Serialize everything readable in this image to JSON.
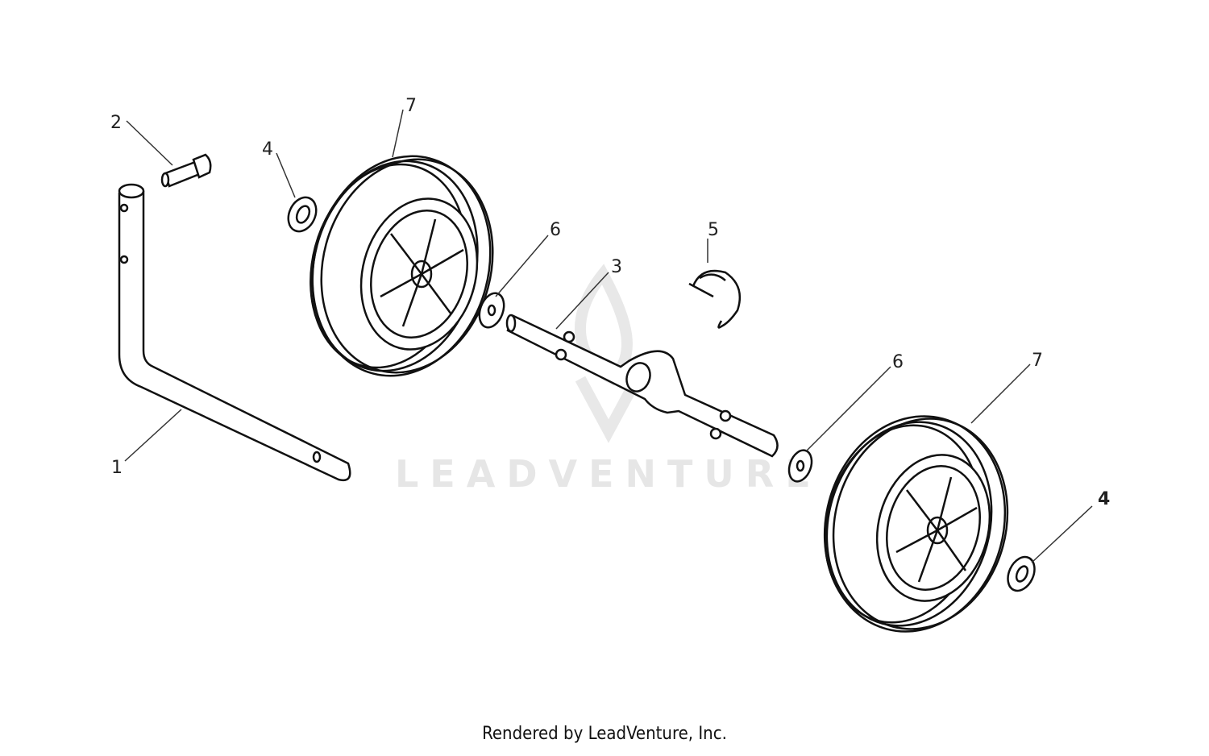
{
  "diagram": {
    "callouts": {
      "axle_handle": "1",
      "bolt": "2",
      "axle": "3",
      "nut_left": "4",
      "nut_right": "4",
      "clip": "5",
      "washer_left": "6",
      "washer_right": "6",
      "wheel_left": "7",
      "wheel_right": "7"
    },
    "watermark": "LEADVENTURE"
  },
  "footer": {
    "text": "Rendered by LeadVenture, Inc."
  }
}
